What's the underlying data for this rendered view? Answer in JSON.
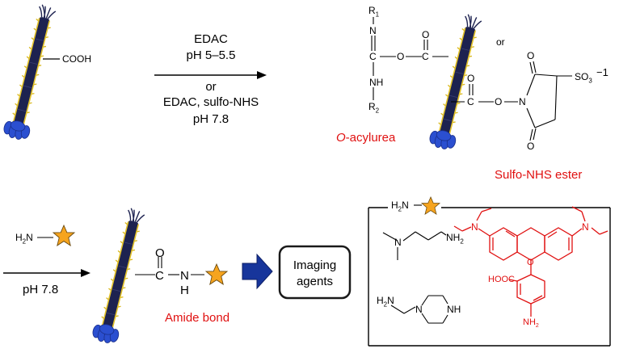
{
  "step1": {
    "cooh": "COOH",
    "cond_line1": "EDAC",
    "cond_line2": "pH 5–5.5",
    "cond_or": "or",
    "cond_line3": "EDAC, sulfo-NHS",
    "cond_line4": "pH 7.8"
  },
  "products": {
    "r1": "R1",
    "r2": "R2",
    "nh": "NH",
    "n": "N",
    "o": "O",
    "c": "C",
    "or_label": "or",
    "so3": "SO3",
    "charge": "−1",
    "acylurea_prefix": "O",
    "acylurea_rest": "-acylurea",
    "sulfo_nhs_ester": "Sulfo-NHS ester"
  },
  "step2": {
    "h2n": "H2N",
    "ph": "pH 7.8",
    "amide_o": "O",
    "amide_c": "C",
    "amide_n": "N",
    "amide_h": "H",
    "amide_bond": "Amide bond",
    "imaging_line1": "Imaging",
    "imaging_line2": "agents"
  },
  "box": {
    "h2n": "H2N",
    "amine_nh2": "NH2",
    "pip_h2n": "H2N",
    "pip_n": "N",
    "pip_nh": "NH",
    "rhod_n1": "N",
    "rhod_n2": "N",
    "rhod_o": "O",
    "rhod_cooh": "HOOC",
    "rhod_nh2": "NH2"
  },
  "colors": {
    "rod_body": "#1d2250",
    "rod_stripe": "#e3c22a",
    "rod_base": "#2b4fd0",
    "star": "#f6a41e",
    "arrow_blue": "#17359b",
    "accent_red": "#e01010"
  }
}
